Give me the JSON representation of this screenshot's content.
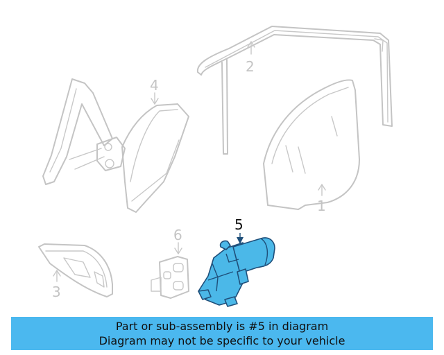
{
  "callouts": {
    "c1": "1",
    "c2": "2",
    "c3": "3",
    "c4": "4",
    "c5": "5",
    "c6": "6"
  },
  "highlight_color": "#4bb8ef",
  "banner": {
    "line1": "Part or sub-assembly is #5 in diagram",
    "line2": "Diagram may not be specific to your vehicle"
  }
}
